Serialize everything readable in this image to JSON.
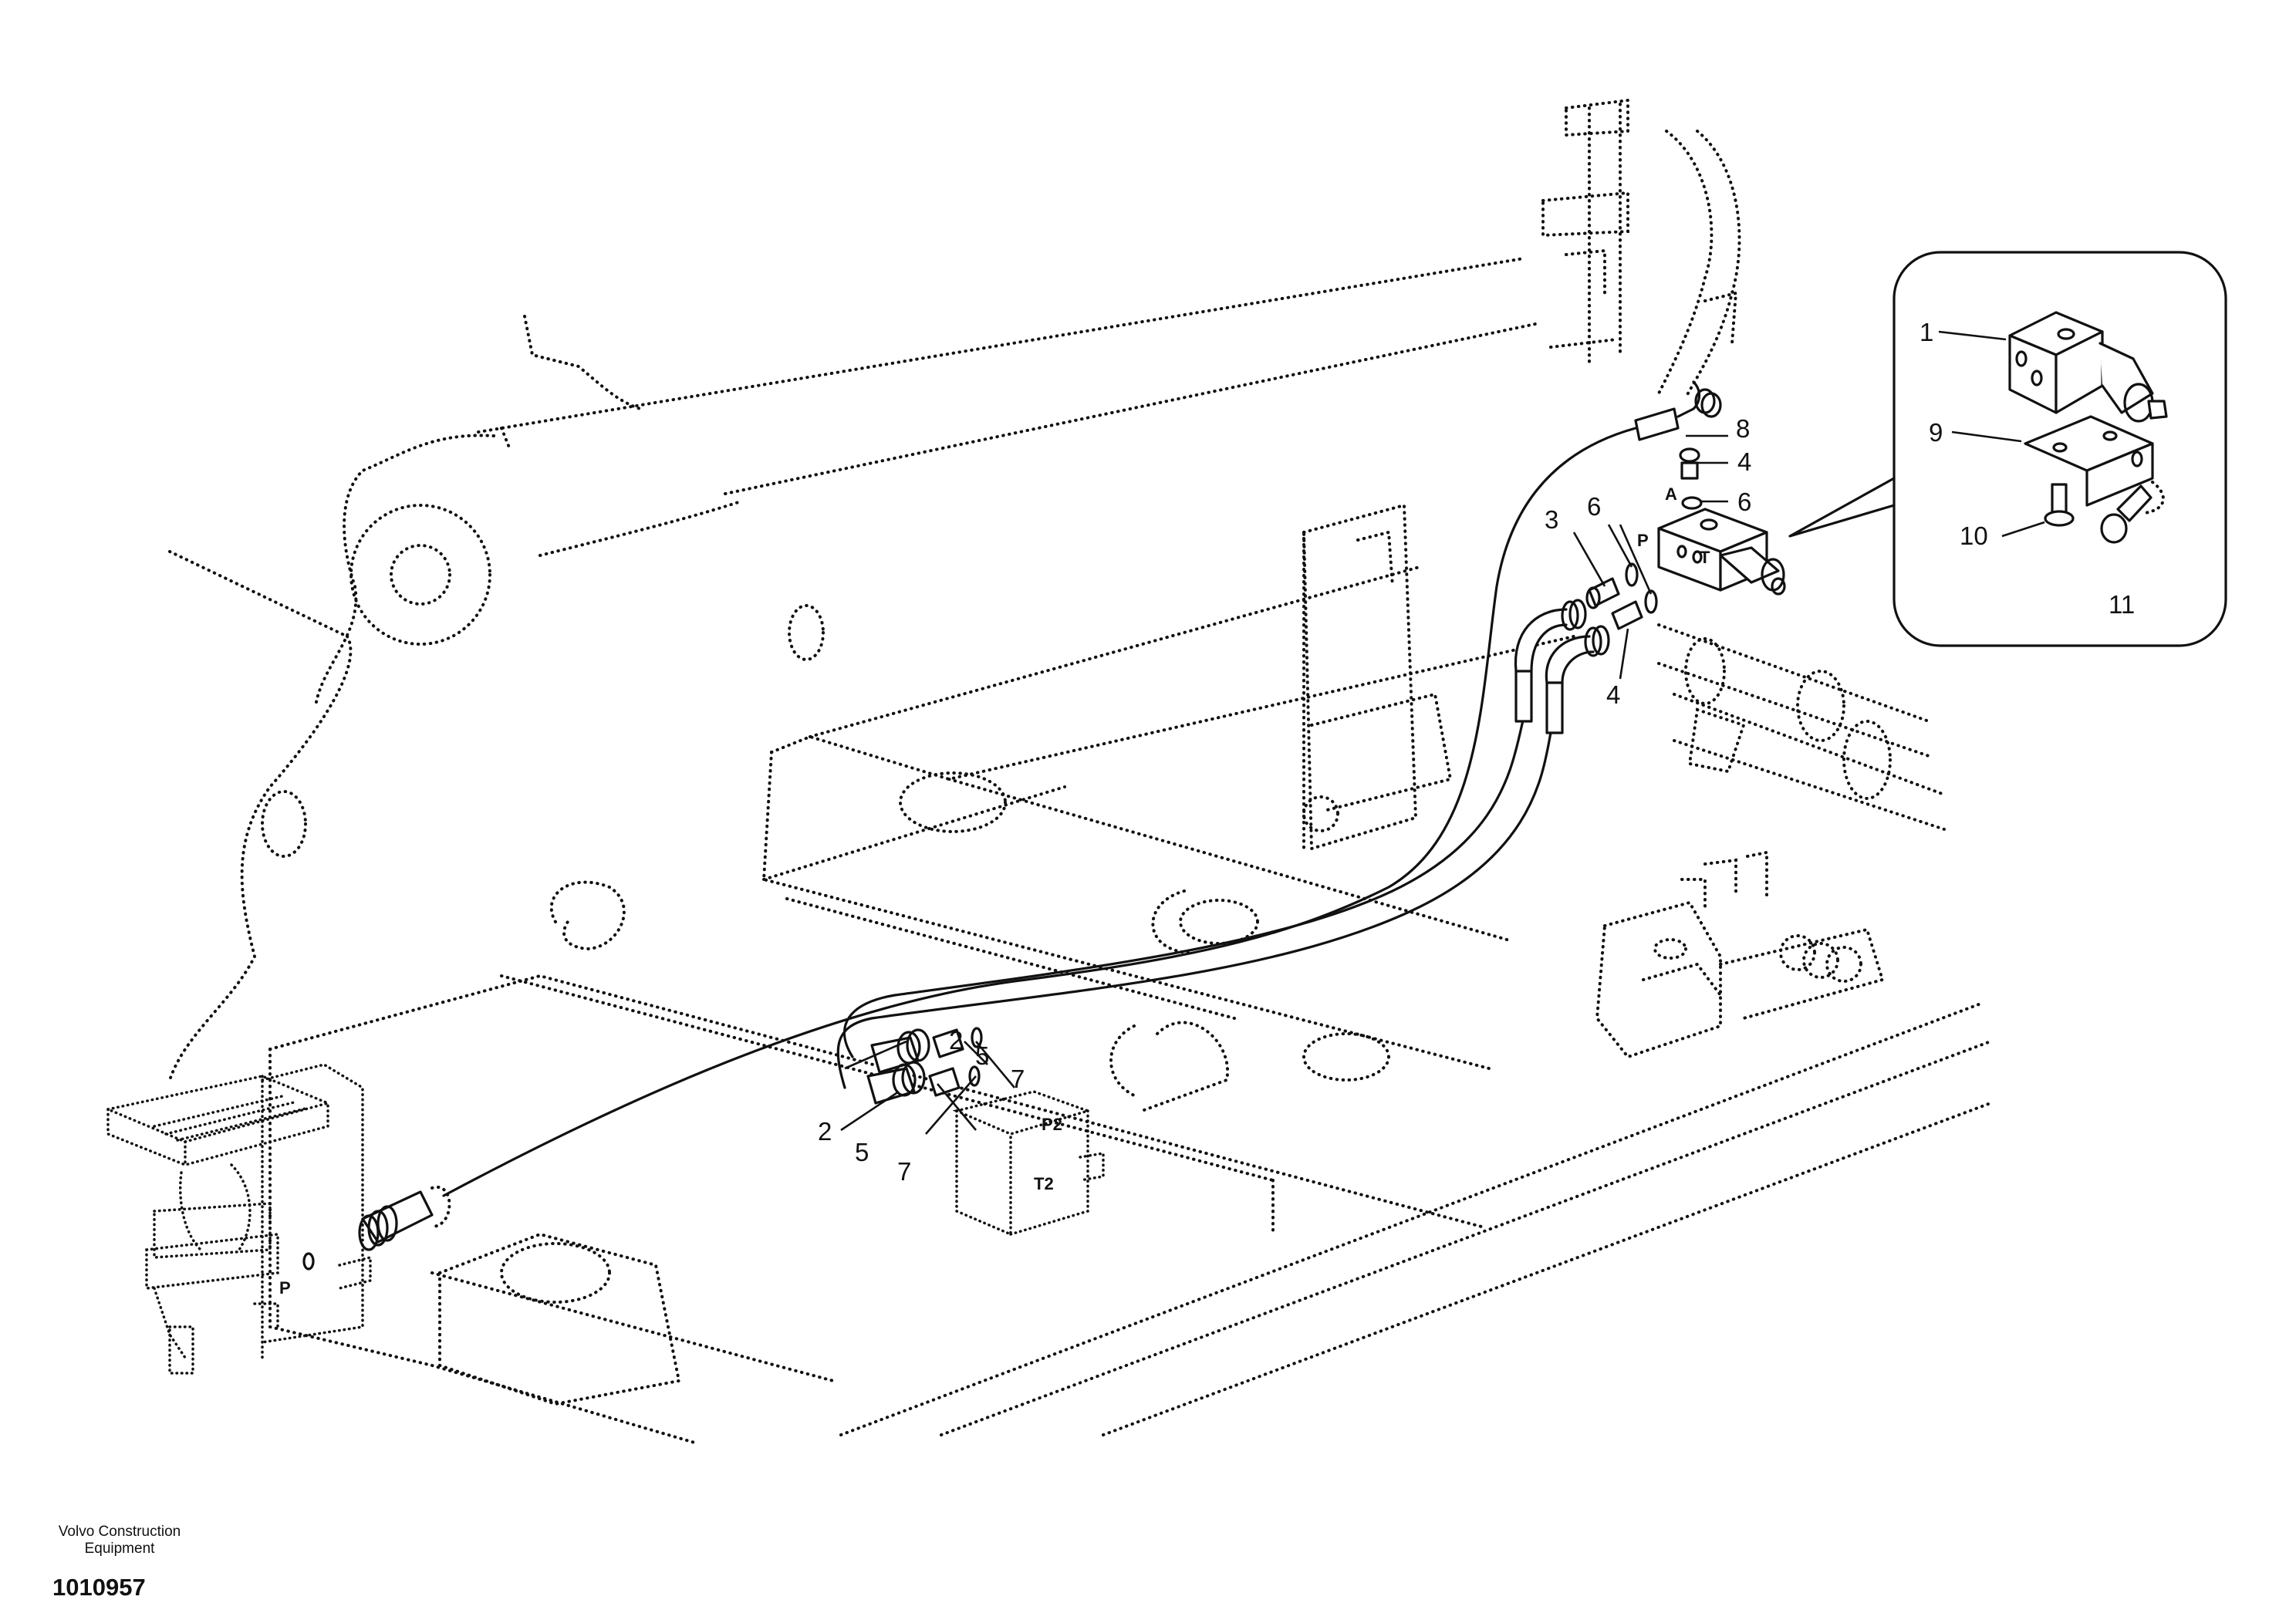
{
  "callouts": {
    "c1": "1",
    "c9": "9",
    "c10": "10",
    "c11": "11",
    "c8": "8",
    "c4a": "4",
    "c6a": "6",
    "c3": "3",
    "c6b": "6",
    "c4b": "4",
    "c2a": "2",
    "c5a": "5",
    "c7a": "7",
    "c2b": "2",
    "c5b": "5",
    "c7b": "7"
  },
  "ports": {
    "A": "A",
    "P_valve": "P",
    "T_valve": "T",
    "P_pedal": "P",
    "P2": "P2",
    "T2": "T2"
  },
  "footer": {
    "company_line1": "Volvo Construction",
    "company_line2": "Equipment",
    "doc_number": "1010957"
  }
}
